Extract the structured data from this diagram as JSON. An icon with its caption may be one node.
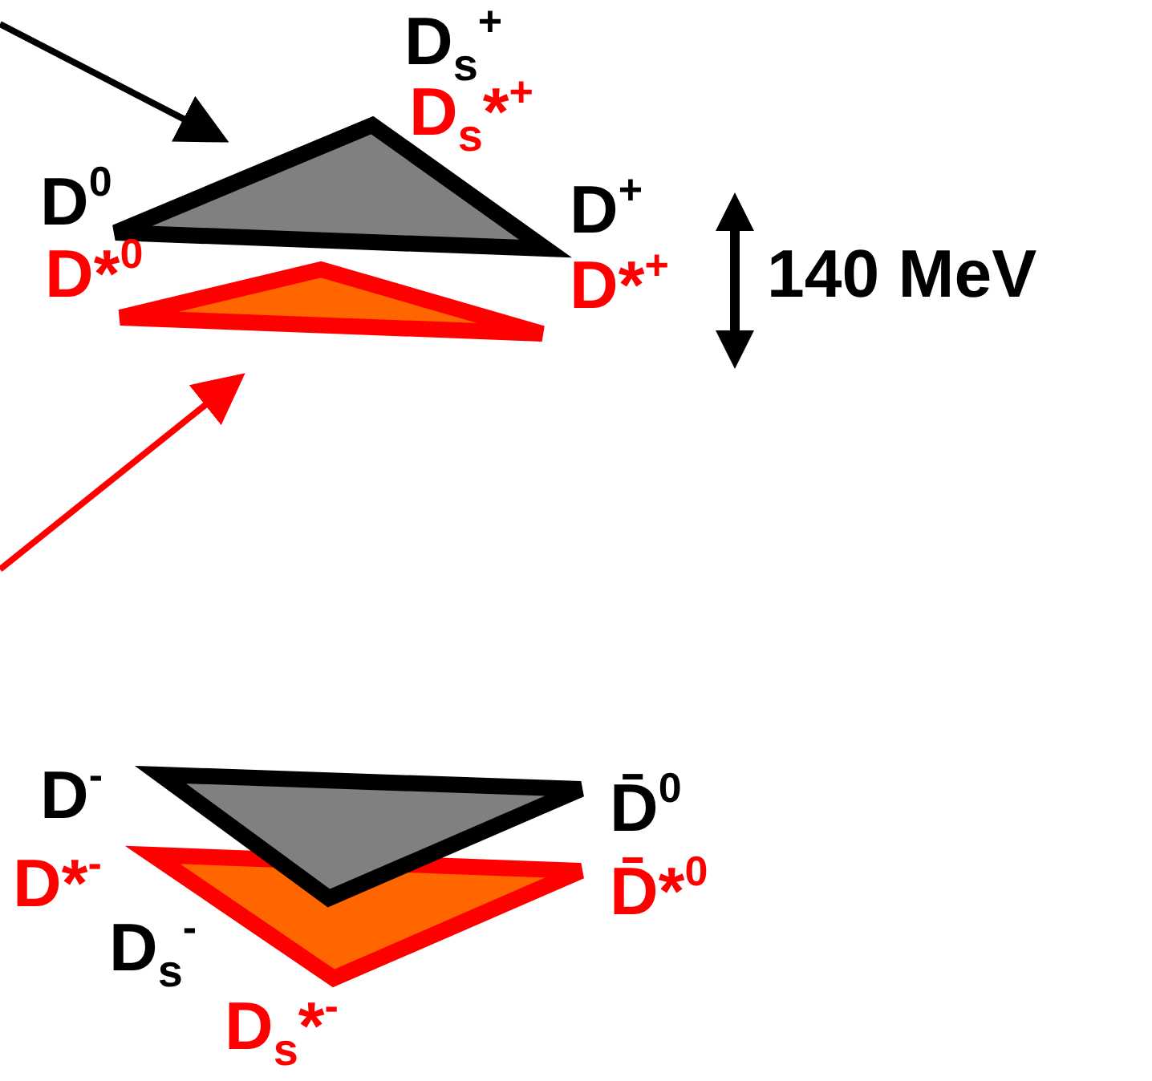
{
  "diagram": {
    "nodes": [
      {
        "text": [],
        "shape": "triangle"
      },
      {
        "text": [],
        "shape": "triangle"
      },
      {
        "text": [],
        "shape": "triangle"
      },
      {
        "text": [],
        "shape": "triangle"
      }
    ],
    "edges": [
      {
        "from": null,
        "to": 0,
        "arrow": "to"
      },
      {
        "from": null,
        "to": 1,
        "arrow": "to",
        "color": "#ff0000"
      }
    ],
    "labels": [
      "D$_{s}$$^{+}$",
      "D$_{s}$*$^{+}$",
      "D$^{0}$",
      "D*$^{0}$",
      "D$^{+}$",
      "D*$^{+}$",
      "140 MeV",
      "D$^{-}$",
      "D̄$^{0}$",
      "D*$^{-}$",
      "D̄*$^{0}$",
      "D$_{s}$$^{-}$",
      "D$_{s}$*$^{-}$"
    ]
  }
}
